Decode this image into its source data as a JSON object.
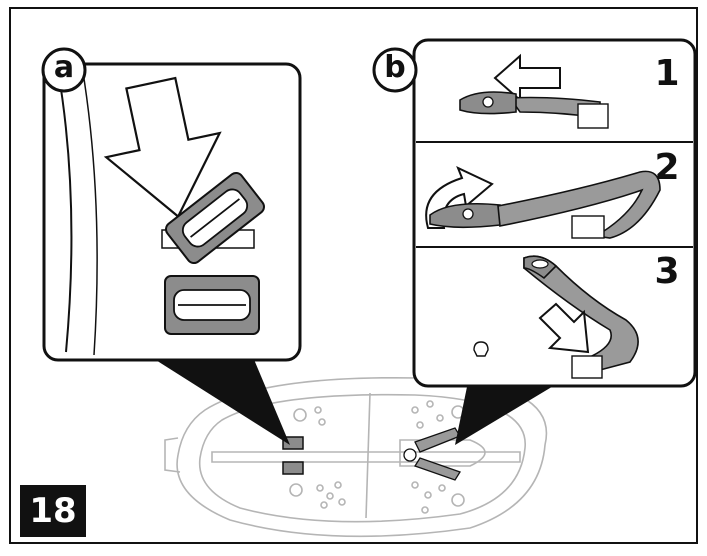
{
  "figure_number": "18",
  "panels": {
    "a": {
      "letter": "a"
    },
    "b": {
      "letter": "b",
      "steps": [
        "1",
        "2",
        "3"
      ]
    }
  },
  "colors": {
    "line": "#111111",
    "strap_gray": "#9a9a9a",
    "clip_gray": "#8c8c8c",
    "light_gray": "#bdbdbd",
    "faint_outline": "#b5b5b5"
  }
}
